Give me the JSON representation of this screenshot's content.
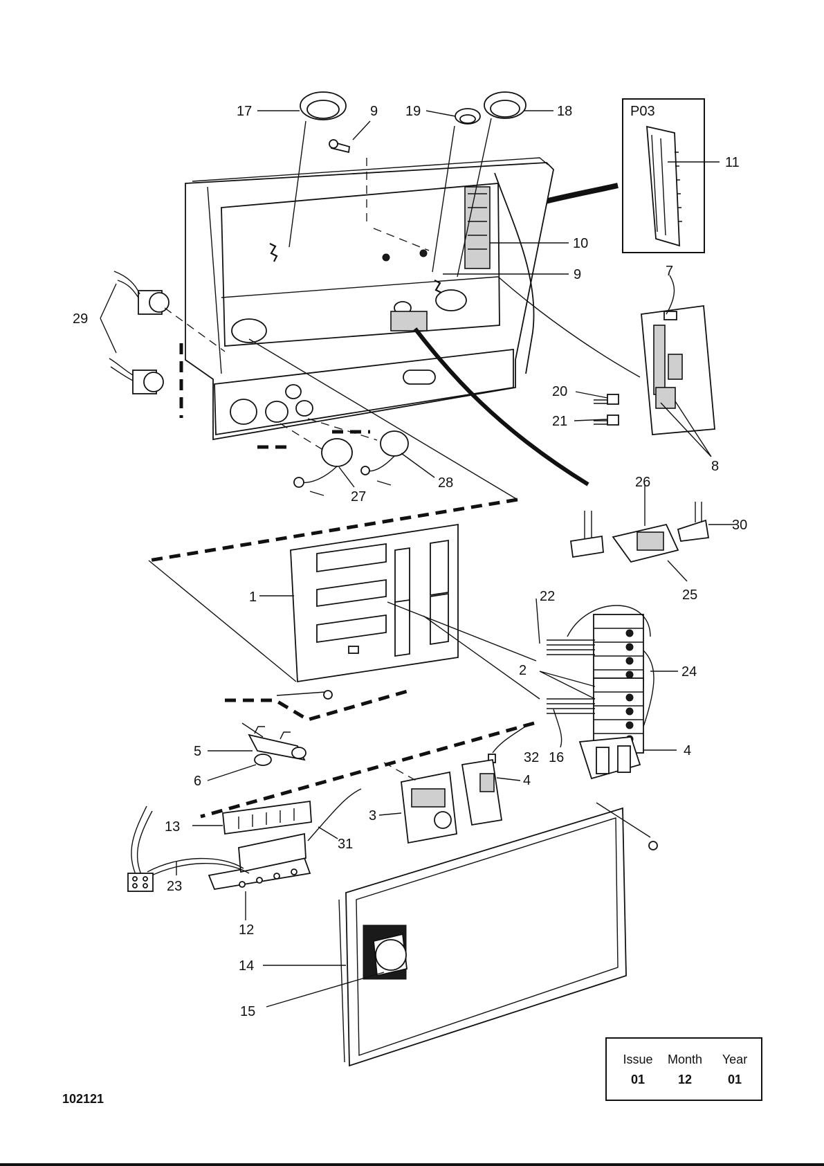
{
  "diagram": {
    "inset_label": "P03",
    "callouts": [
      {
        "id": "c17",
        "text": "17"
      },
      {
        "id": "c9a",
        "text": "9"
      },
      {
        "id": "c19",
        "text": "19"
      },
      {
        "id": "c18",
        "text": "18"
      },
      {
        "id": "c11",
        "text": "11"
      },
      {
        "id": "c10",
        "text": "10"
      },
      {
        "id": "c9b",
        "text": "9"
      },
      {
        "id": "c7",
        "text": "7"
      },
      {
        "id": "c29",
        "text": "29"
      },
      {
        "id": "c20",
        "text": "20"
      },
      {
        "id": "c21",
        "text": "21"
      },
      {
        "id": "c8",
        "text": "8"
      },
      {
        "id": "c26",
        "text": "26"
      },
      {
        "id": "c28",
        "text": "28"
      },
      {
        "id": "c27",
        "text": "27"
      },
      {
        "id": "c30",
        "text": "30"
      },
      {
        "id": "c25",
        "text": "25"
      },
      {
        "id": "c1",
        "text": "1"
      },
      {
        "id": "c22",
        "text": "22"
      },
      {
        "id": "c2",
        "text": "2"
      },
      {
        "id": "c24",
        "text": "24"
      },
      {
        "id": "c5",
        "text": "5"
      },
      {
        "id": "c6",
        "text": "6"
      },
      {
        "id": "c4a",
        "text": "4"
      },
      {
        "id": "c32",
        "text": "32"
      },
      {
        "id": "c16",
        "text": "16"
      },
      {
        "id": "c4b",
        "text": "4"
      },
      {
        "id": "c3",
        "text": "3"
      },
      {
        "id": "c13",
        "text": "13"
      },
      {
        "id": "c31",
        "text": "31"
      },
      {
        "id": "c23",
        "text": "23"
      },
      {
        "id": "c12",
        "text": "12"
      },
      {
        "id": "c14",
        "text": "14"
      },
      {
        "id": "c15",
        "text": "15"
      }
    ]
  },
  "drawing_number": "102121",
  "issue_box": {
    "issue_label": "Issue",
    "issue_value": "01",
    "month_label": "Month",
    "month_value": "12",
    "year_label": "Year",
    "year_value": "01"
  }
}
